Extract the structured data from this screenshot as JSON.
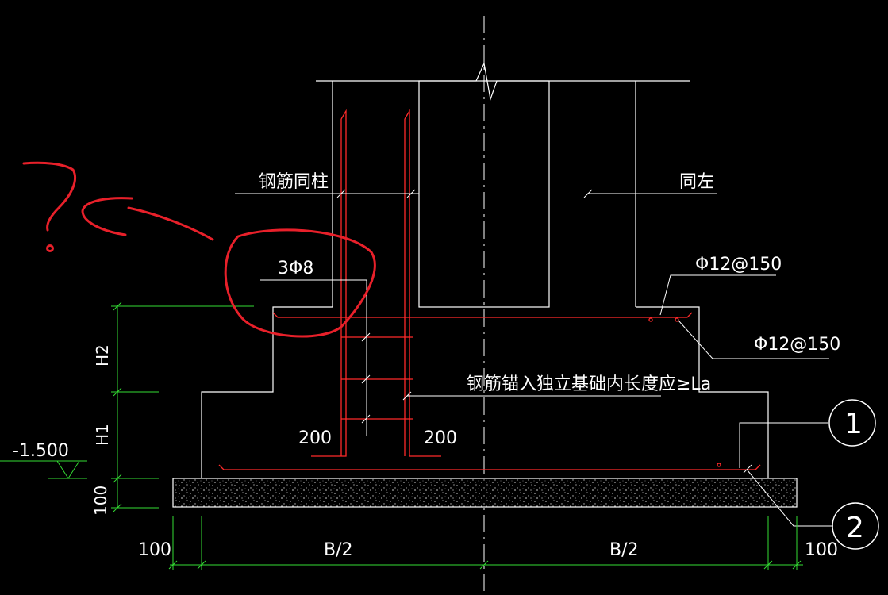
{
  "colors": {
    "background": "#000000",
    "outline": "#ffffff",
    "rebar": "#ff2a2a",
    "dimension": "#33dd33",
    "markup": "#e8202a"
  },
  "labels": {
    "rebar_same_as_column": "钢筋同柱",
    "same_as_left": "同左",
    "stirrups": "3Φ8",
    "top_bar_1": "Φ12@150",
    "top_bar_2": "Φ12@150",
    "anchorage_note": "钢筋锚入独立基础内长度应≥La",
    "hook_left": "200",
    "hook_right": "200",
    "elevation": "-1.500",
    "callout_1": "1",
    "callout_2": "2"
  },
  "dimensions": {
    "h2": "H2",
    "h1": "H1",
    "bed_thickness": "100",
    "left_offset": "100",
    "half_width_left": "B/2",
    "half_width_right": "B/2",
    "right_offset": "100"
  },
  "markup": {
    "question_mark": "?",
    "icons": [
      "question-mark-icon",
      "arrow-stroke-icon",
      "highlight-circle-icon"
    ]
  }
}
